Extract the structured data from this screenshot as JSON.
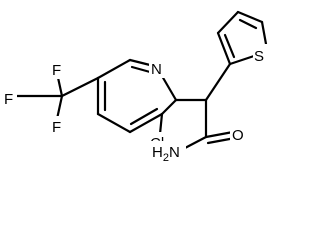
{
  "molecule": {
    "atom_labels": {
      "n_pyridine": "N",
      "s_thiophene": "S",
      "cl": "Cl",
      "o_carbonyl": "O",
      "nh2_left": "H",
      "nh2_sub": "2",
      "nh2_right": "N",
      "f_top": "F",
      "f_left": "F",
      "f_bottom": "F"
    }
  }
}
